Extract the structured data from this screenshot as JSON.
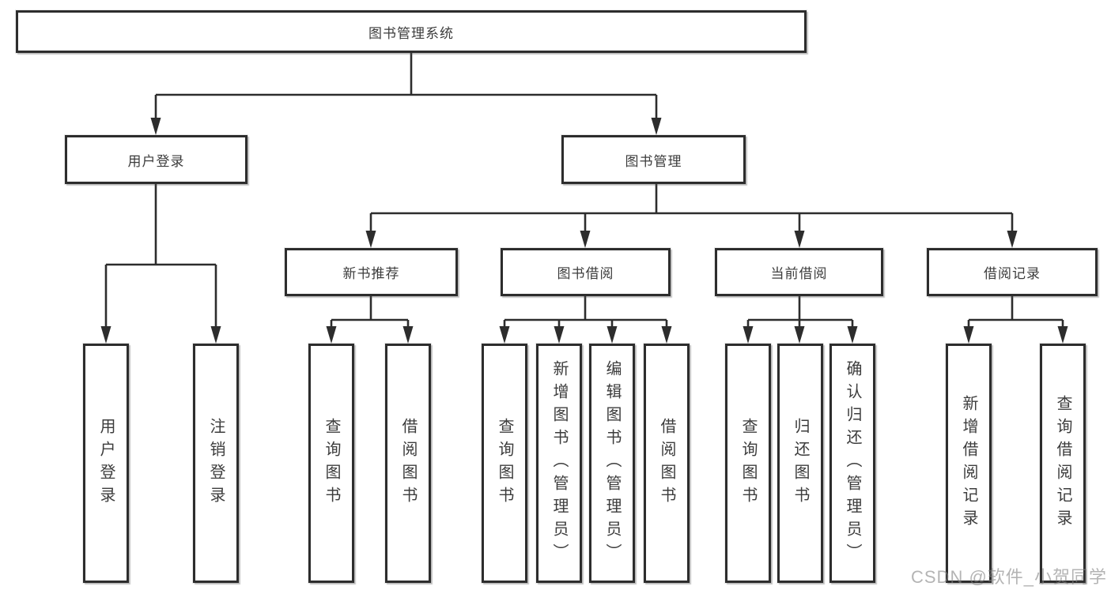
{
  "diagram": {
    "root": {
      "label": "图书管理系统",
      "children": [
        {
          "label": "用户登录",
          "children": [
            {
              "label": "用户登录"
            },
            {
              "label": "注销登录"
            }
          ]
        },
        {
          "label": "图书管理",
          "children": [
            {
              "label": "新书推荐",
              "children": [
                {
                  "label": "查询图书"
                },
                {
                  "label": "借阅图书"
                }
              ]
            },
            {
              "label": "图书借阅",
              "children": [
                {
                  "label": "查询图书"
                },
                {
                  "label": "新增图书（管理员）"
                },
                {
                  "label": "编辑图书（管理员）"
                },
                {
                  "label": "借阅图书"
                }
              ]
            },
            {
              "label": "当前借阅",
              "children": [
                {
                  "label": "查询图书"
                },
                {
                  "label": "归还图书"
                },
                {
                  "label": "确认归还（管理员）"
                }
              ]
            },
            {
              "label": "借阅记录",
              "children": [
                {
                  "label": "新增借阅记录"
                },
                {
                  "label": "查询借阅记录"
                }
              ]
            }
          ]
        }
      ]
    },
    "watermark": "CSDN @软件_小贺同学",
    "colors": {
      "line": "#2d2d2d",
      "box_border": "#2d2d2d",
      "text": "#3c3c3c",
      "background": "#ffffff",
      "watermark": "#828282"
    }
  }
}
